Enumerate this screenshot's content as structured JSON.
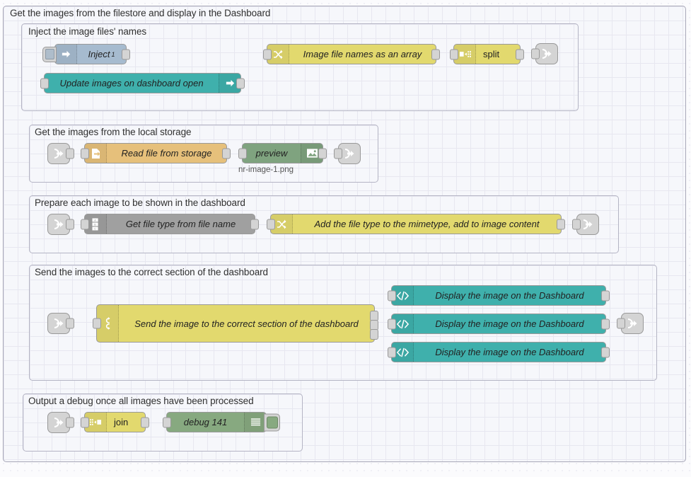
{
  "canvas": {
    "background": "#fbfbfd",
    "grid_color": "#e7e7f0"
  },
  "groups": [
    {
      "id": "outer",
      "label": "Get the images from the filestore and display in the Dashboard"
    },
    {
      "id": "inject",
      "label": "Inject the image files' names"
    },
    {
      "id": "storage",
      "label": "Get the images from the local storage"
    },
    {
      "id": "prepare",
      "label": "Prepare each image to be shown in the dashboard"
    },
    {
      "id": "send",
      "label": "Send the images to the correct section of the dashboard"
    },
    {
      "id": "debug",
      "label": "Output a debug once all images have been processed"
    }
  ],
  "nodes": {
    "inject": {
      "label": "Inject",
      "superscript": "1",
      "color": "#a6bbcf",
      "icon": "inject-arrow-icon"
    },
    "ui_control": {
      "label": "Update images on dashboard open",
      "color": "#3fb0ac",
      "icon": "arrow-right-icon"
    },
    "change_array": {
      "label": "Image file names as an array",
      "color": "#e2d96e",
      "icon": "change-shuffle-icon"
    },
    "split": {
      "label": "split",
      "color": "#e2d96e",
      "icon": "split-icon"
    },
    "link_out_1": {
      "label": "",
      "color": "#d4d4d4",
      "icon": "link-out-icon"
    },
    "link_in_1": {
      "label": "",
      "color": "#d4d4d4",
      "icon": "link-in-icon"
    },
    "file_read": {
      "label": "Read file from storage",
      "color": "#e6c07b",
      "icon": "file-in-icon"
    },
    "preview": {
      "label": "preview",
      "sublabel": "nr-image-1.png",
      "color": "#7fa37f",
      "icon": "image-icon"
    },
    "link_out_2": {
      "label": "",
      "color": "#d4d4d4",
      "icon": "link-out-icon"
    },
    "link_in_2": {
      "label": "",
      "color": "#d4d4d4",
      "icon": "link-in-icon"
    },
    "template_type": {
      "label": "Get file type from file name",
      "color": "#a0a0a0",
      "icon": "template-abc-icon"
    },
    "change_mimetype": {
      "label": "Add the file type to the mimetype, add to image content",
      "color": "#e2d96e",
      "icon": "change-shuffle-icon"
    },
    "link_out_3": {
      "label": "",
      "color": "#d4d4d4",
      "icon": "link-out-icon"
    },
    "link_in_3": {
      "label": "",
      "color": "#d4d4d4",
      "icon": "link-in-icon"
    },
    "switch_section": {
      "label": "Send the image to the correct section of the dashboard",
      "color": "#e2d96e",
      "icon": "switch-fork-icon"
    },
    "display_1": {
      "label": "Display the image on the Dashboard",
      "color": "#3fb0ac",
      "icon": "code-tag-icon"
    },
    "display_2": {
      "label": "Display the image on the Dashboard",
      "color": "#3fb0ac",
      "icon": "code-tag-icon"
    },
    "display_3": {
      "label": "Display the image on the Dashboard",
      "color": "#3fb0ac",
      "icon": "code-tag-icon"
    },
    "link_out_4": {
      "label": "",
      "color": "#d4d4d4",
      "icon": "link-out-icon"
    },
    "link_in_4": {
      "label": "",
      "color": "#d4d4d4",
      "icon": "link-in-icon"
    },
    "join": {
      "label": "join",
      "color": "#e2d96e",
      "icon": "join-icon"
    },
    "debug": {
      "label": "debug 141",
      "color": "#87a980",
      "icon": "debug-list-icon"
    }
  }
}
